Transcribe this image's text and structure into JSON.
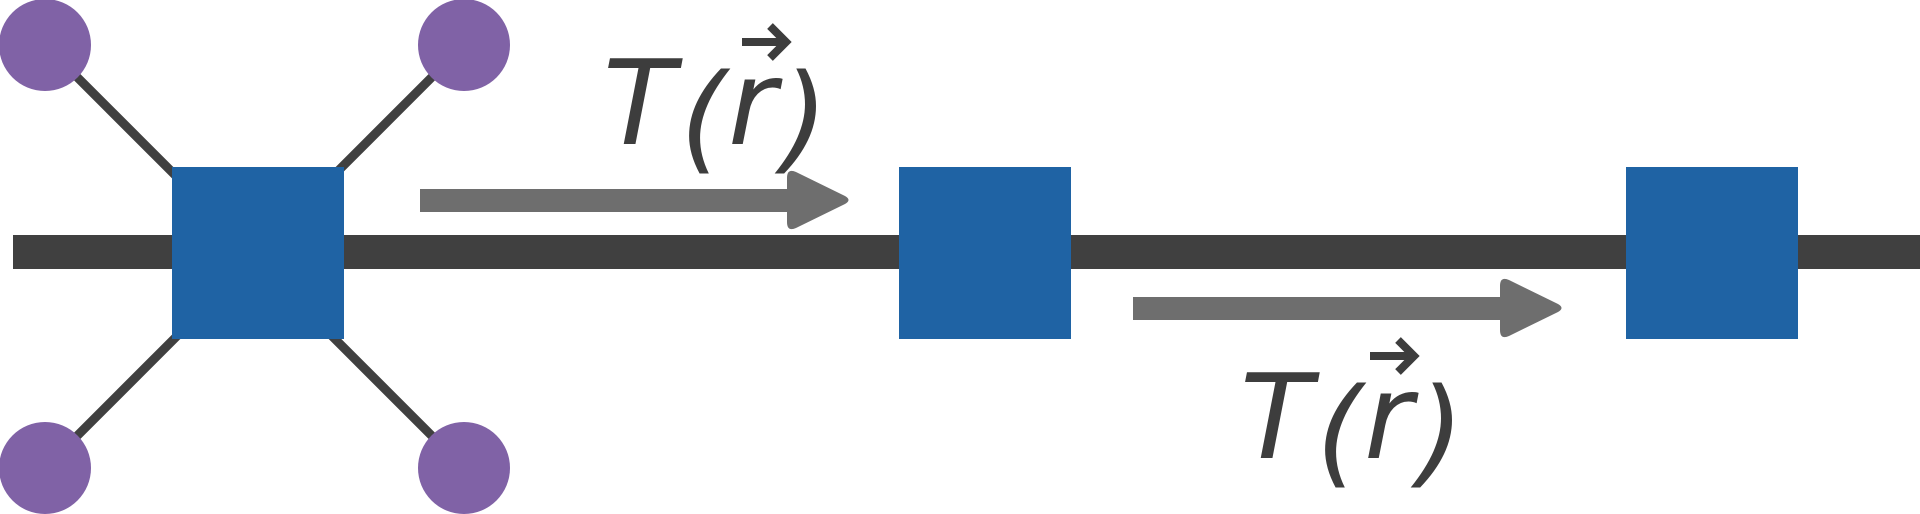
{
  "diagram": {
    "labels": {
      "translation_top": {
        "func": "T",
        "open": "(",
        "var": "r",
        "close": ")"
      },
      "translation_bottom": {
        "func": "T",
        "open": "(",
        "var": "r",
        "close": ")"
      }
    },
    "colors": {
      "lattice_line": "#404040",
      "unit_cell": "#1f63a4",
      "atom": "#8062a6",
      "bond": "#404040",
      "arrow": "#6e6e6e",
      "label": "#3d3d3d"
    }
  }
}
